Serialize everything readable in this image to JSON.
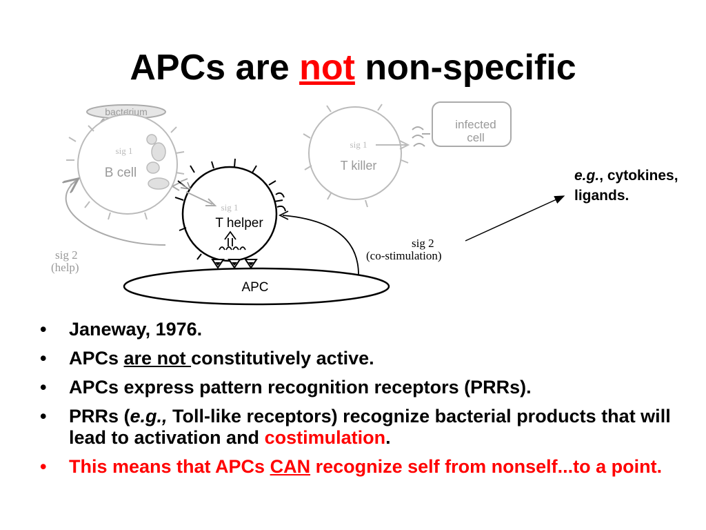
{
  "title": {
    "part1": "APCs are ",
    "emphasis": "not",
    "part2": " non-specific"
  },
  "diagram": {
    "bacterium": "bacterium",
    "b_cell": "B cell",
    "b_sig": "sig 1",
    "infected_line1": "infected",
    "infected_line2": "cell",
    "t_killer": "T killer",
    "t_killer_sig": "sig 1",
    "t_helper": "T helper",
    "t_helper_sig": "sig 1",
    "sig2_help_line1": "sig 2",
    "sig2_help_line2": "(help)",
    "sig2_costim_line1": "sig 2",
    "sig2_costim_line2": "(co-stimulation)",
    "apc": "APC"
  },
  "note": {
    "eg": "e.g.",
    "rest1": ", cytokines,",
    "line2": "ligands."
  },
  "bullets": {
    "b1": "Janeway, 1976.",
    "b2_pre": "APCs ",
    "b2_u": "are not ",
    "b2_post": "constitutively active.",
    "b3": "APCs express pattern recognition receptors (PRRs).",
    "b4_pre": "PRRs (",
    "b4_eg": "e.g.,",
    "b4_mid": " Toll-like receptors) recognize bacterial products that will lead to activation and ",
    "b4_red": "costimulation",
    "b4_end": ".",
    "b5_pre": "This means that APCs ",
    "b5_u": "CAN",
    "b5_post": " recognize self from nonself...to a point."
  }
}
